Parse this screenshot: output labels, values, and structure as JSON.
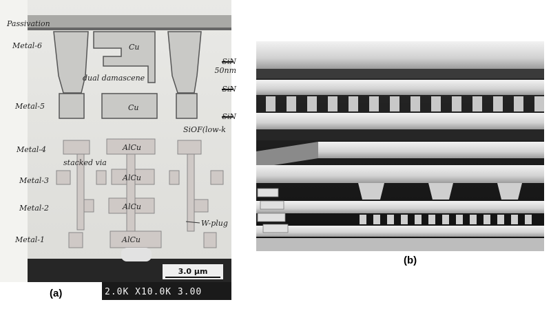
{
  "panel_a": {
    "caption": "(a)",
    "top_layer": "Passivation",
    "metal_levels": [
      "Metal-6",
      "Metal-5",
      "Metal-4",
      "Metal-3",
      "Metal-2",
      "Metal-1"
    ],
    "annotations": {
      "dual_damascene": "dual damascene",
      "stacked_via": "stacked via",
      "w_plug": "W-plug",
      "siof": "SiOF(low-k",
      "sin_top": "SiN",
      "sin_thickness": "50nm",
      "sin_mid": "SiN",
      "sin_low": "SiN"
    },
    "materials": {
      "m6": "Cu",
      "m5": "Cu",
      "m4": "AlCu",
      "m3": "AlCu",
      "m2": "AlCu",
      "m1": "AlCu"
    },
    "scale_bar": "3.0 µm",
    "footer": "2.0K X10.0K 3.00"
  },
  "panel_b": {
    "caption": "(b)"
  },
  "colors": {
    "sem_light": "#e4e4e4",
    "sem_dark": "#1e1e1e",
    "metal_fill": "#c8c8c8"
  }
}
